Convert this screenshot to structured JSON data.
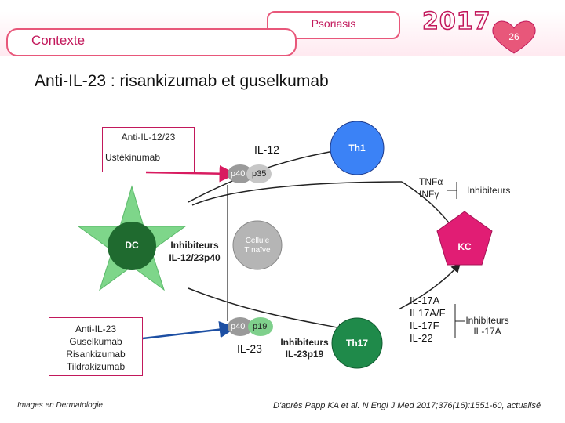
{
  "header": {
    "topic": "Psoriasis",
    "year": "2017",
    "section": "Contexte",
    "page_number": "26"
  },
  "title": "Anti-IL-23 : risankizumab et guselkumab",
  "diagram": {
    "drug_box_top": {
      "title": "Anti-IL-12/23",
      "drug": "Ustékinumab"
    },
    "drug_box_bottom": {
      "lines": [
        "Anti-IL-23",
        "Guselkumab",
        "Risankizumab",
        "Tildrakizumab"
      ]
    },
    "cells": {
      "dc": "DC",
      "naive": [
        "Cellule",
        "T naïve"
      ],
      "th1": "Th1",
      "th17": "Th17",
      "kc": "KC"
    },
    "cytokines": {
      "il12": "IL-12",
      "il23": "IL-23",
      "p40": "p40",
      "p35": "p35",
      "p19": "p19",
      "th1_products": [
        "TNFα",
        "INFγ"
      ],
      "th17_products": [
        "IL-17A",
        "IL17A/F",
        "IL-17F",
        "IL-22"
      ]
    },
    "inhibitors": {
      "il12_23p40": [
        "Inhibiteurs",
        "IL-12/23p40"
      ],
      "il23p19": [
        "Inhibiteurs",
        "IL-23p19"
      ],
      "th1": "Inhibiteurs",
      "il17a": [
        "Inhibiteurs",
        "IL-17A"
      ]
    }
  },
  "footer": {
    "left": "Images en Dermatologie",
    "right": "D'après Papp KA et al. N Engl J Med 2017;376(16):1551-60, actualisé"
  },
  "colors": {
    "accent": "#c2185b",
    "dc": "#7ed68a",
    "th1": "#3b82f6",
    "th17": "#1f8a4a",
    "kc": "#e11d74",
    "naive": "#a9a9a9",
    "subunit": "#9a9a9a",
    "arrow_pink": "#d81b60",
    "arrow_blue": "#1d4fa3"
  }
}
